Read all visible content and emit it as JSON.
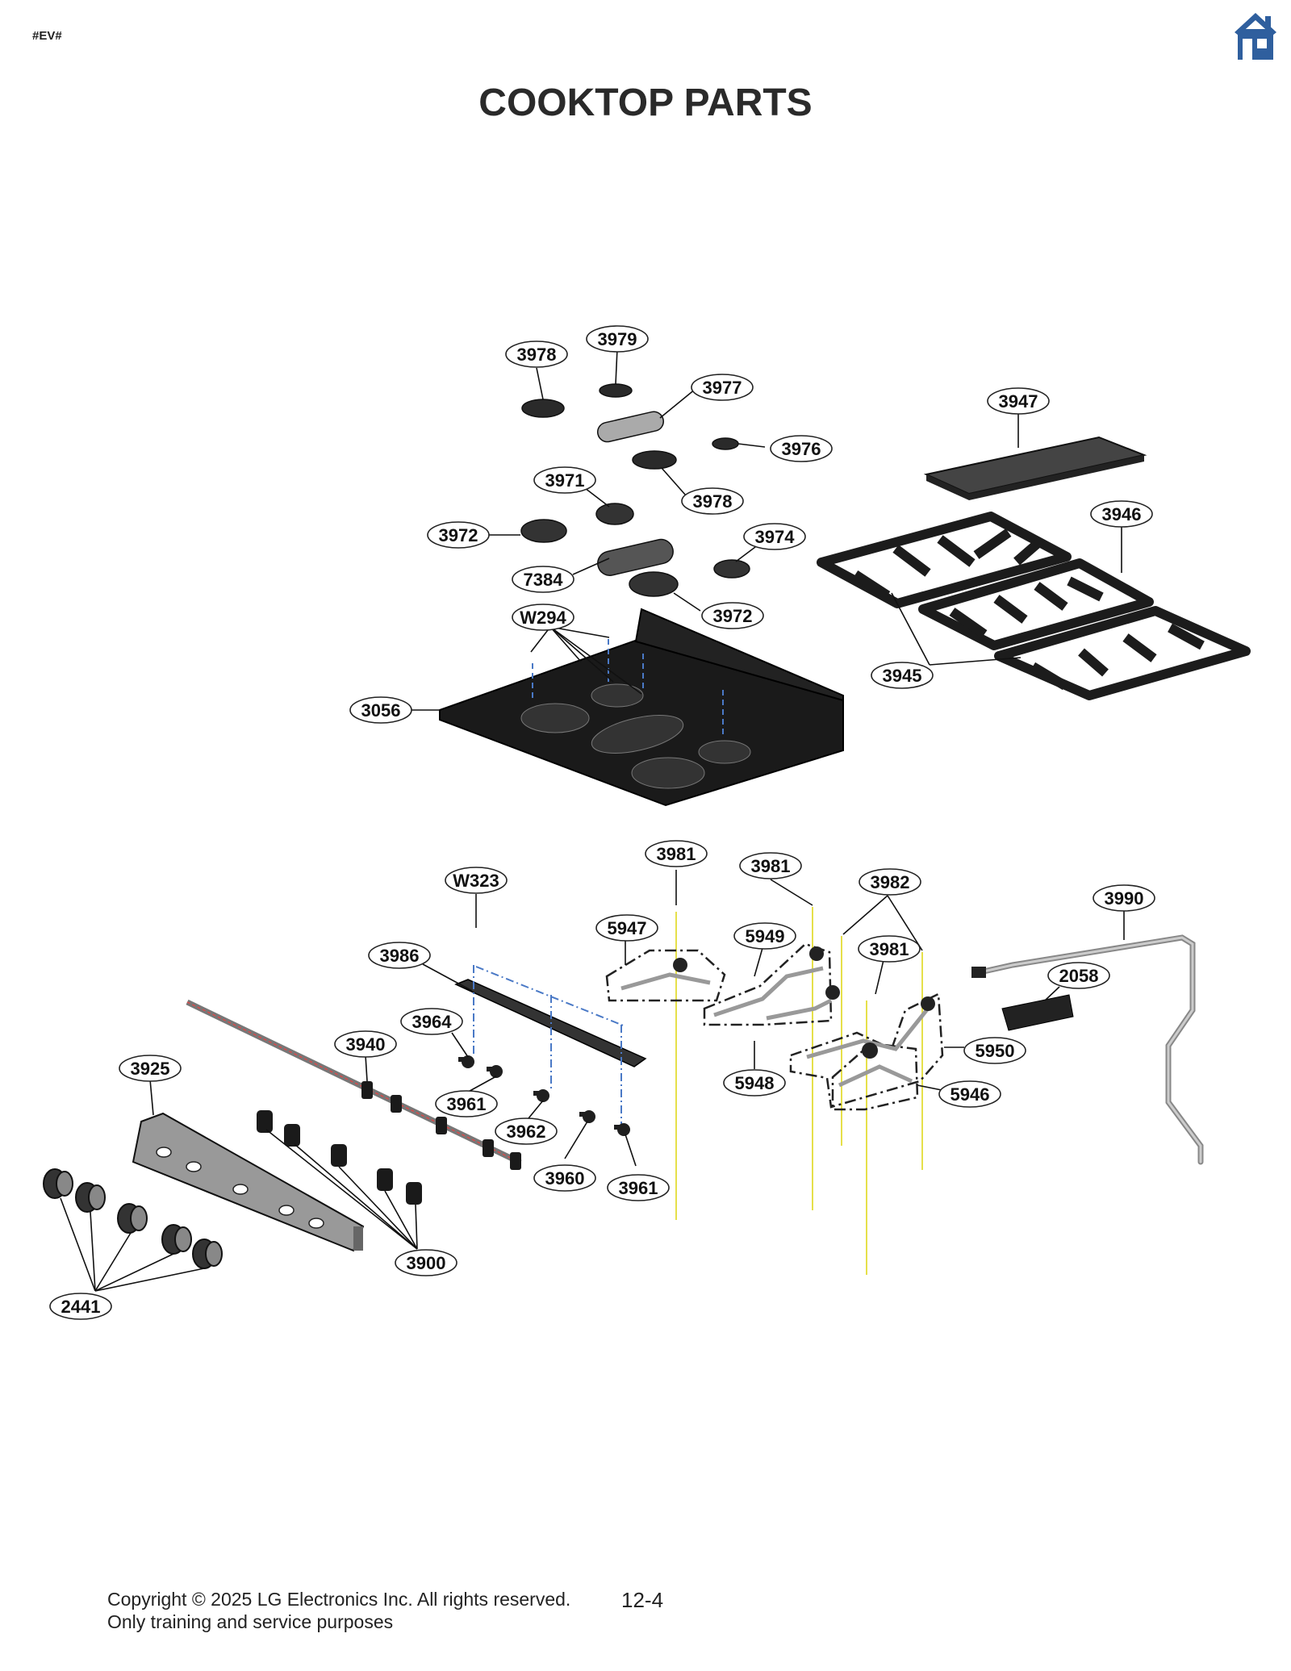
{
  "header": {
    "doc_tag": "#EV#",
    "title": "COOKTOP PARTS",
    "home_icon": "home-icon",
    "home_color": "#2f5f9e"
  },
  "callouts": [
    {
      "id": "c1",
      "label": "3978"
    },
    {
      "id": "c2",
      "label": "3979"
    },
    {
      "id": "c3",
      "label": "3977"
    },
    {
      "id": "c4",
      "label": "3976"
    },
    {
      "id": "c5",
      "label": "3978"
    },
    {
      "id": "c6",
      "label": "3971"
    },
    {
      "id": "c7",
      "label": "3972"
    },
    {
      "id": "c8",
      "label": "3974"
    },
    {
      "id": "c9",
      "label": "7384"
    },
    {
      "id": "c10",
      "label": "3972"
    },
    {
      "id": "c11",
      "label": "W294"
    },
    {
      "id": "c12",
      "label": "3056"
    },
    {
      "id": "c13",
      "label": "3947"
    },
    {
      "id": "c14",
      "label": "3946"
    },
    {
      "id": "c15",
      "label": "3945"
    },
    {
      "id": "c16",
      "label": "3981"
    },
    {
      "id": "c17",
      "label": "3981"
    },
    {
      "id": "c18",
      "label": "3982"
    },
    {
      "id": "c19",
      "label": "W323"
    },
    {
      "id": "c20",
      "label": "5947"
    },
    {
      "id": "c21",
      "label": "5949"
    },
    {
      "id": "c22",
      "label": "3981"
    },
    {
      "id": "c23",
      "label": "3990"
    },
    {
      "id": "c24",
      "label": "2058"
    },
    {
      "id": "c25",
      "label": "3986"
    },
    {
      "id": "c26",
      "label": "3964"
    },
    {
      "id": "c27",
      "label": "3940"
    },
    {
      "id": "c28",
      "label": "3925"
    },
    {
      "id": "c29",
      "label": "3961"
    },
    {
      "id": "c30",
      "label": "3962"
    },
    {
      "id": "c31",
      "label": "3960"
    },
    {
      "id": "c32",
      "label": "3961"
    },
    {
      "id": "c33",
      "label": "5948"
    },
    {
      "id": "c34",
      "label": "5950"
    },
    {
      "id": "c35",
      "label": "5946"
    },
    {
      "id": "c36",
      "label": "3900"
    },
    {
      "id": "c37",
      "label": "2441"
    }
  ],
  "footer": {
    "copyright_line1": "Copyright © 2025 LG Electronics Inc. All rights reserved.",
    "copyright_line2": "Only training and service purposes",
    "page_number": "12-4"
  }
}
